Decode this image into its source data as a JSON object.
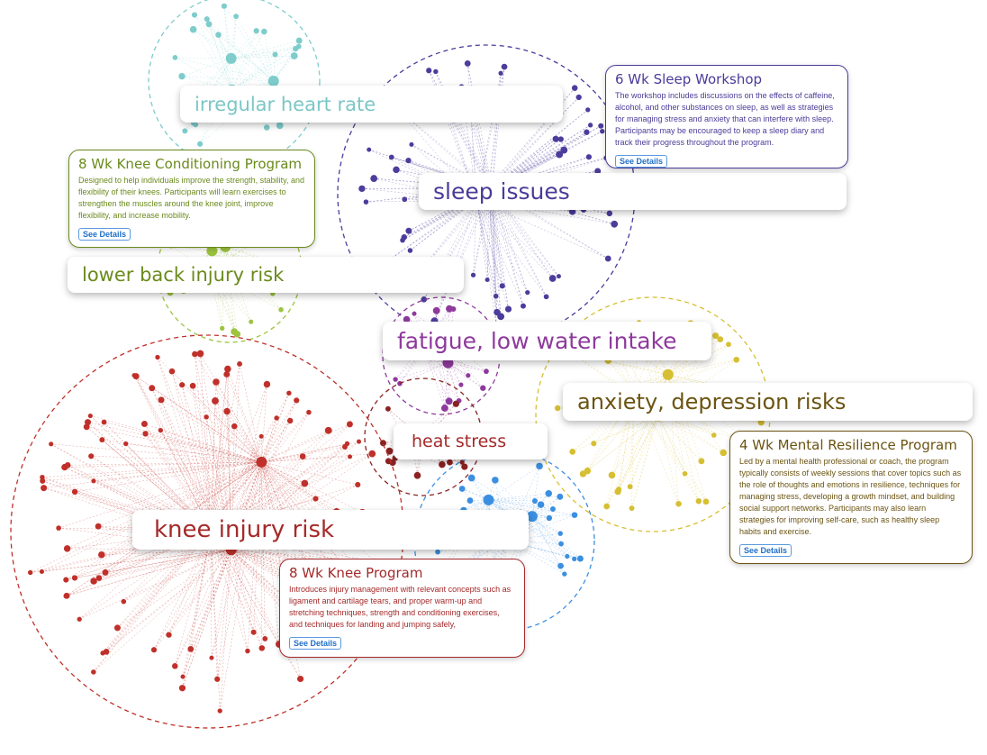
{
  "clusters": [
    {
      "id": "heart",
      "label": "irregular heart rate",
      "color": "#7ecccc",
      "text_color": "#7cc6c6"
    },
    {
      "id": "sleep",
      "label": "sleep issues",
      "color": "#4d3c9c",
      "text_color": "#4b3b98"
    },
    {
      "id": "back",
      "label": "lower back injury risk",
      "color": "#9cc43e",
      "text_color": "#6a8a1c"
    },
    {
      "id": "fatigue",
      "label": "fatigue, low water intake",
      "color": "#8e3a9c",
      "text_color": "#8e3a9c"
    },
    {
      "id": "anxiety",
      "label": "anxiety, depression risks",
      "color": "#d6bf32",
      "text_color": "#6b5412"
    },
    {
      "id": "heat",
      "label": "heat stress",
      "color": "#8b2222",
      "text_color": "#a52a2a"
    },
    {
      "id": "knee",
      "label": "knee injury risk",
      "color": "#c0302a",
      "text_color": "#a52a2a"
    },
    {
      "id": "blue",
      "label": "",
      "color": "#3b8fe0",
      "text_color": "#3b8fe0"
    }
  ],
  "cards": {
    "sleep": {
      "title": "6 Wk Sleep Workshop",
      "body": "The workshop includes discussions on the effects of caffeine, alcohol, and other substances on sleep, as well as strategies for managing stress and anxiety that can interfere with sleep. Participants may be encouraged to keep a sleep diary and track their progress throughout the program.",
      "button": "See Details",
      "color": "#4b3b98"
    },
    "knee_conditioning": {
      "title": "8 Wk Knee Conditioning Program",
      "body": "Designed to help individuals improve the strength, stability, and flexibility of their knees. Participants will learn exercises to strengthen the muscles around the knee joint, improve flexibility, and increase mobility.",
      "button": "See Details",
      "color": "#6a8a1c"
    },
    "mental": {
      "title": "4 Wk Mental Resilience Program",
      "body": "Led by a mental health professional or coach, the program typically consists of weekly sessions that cover topics such as the role of thoughts and emotions in resilience, techniques for managing stress, developing a growth mindset, and building social support networks. Participants may also learn strategies for improving self-care, such as healthy sleep habits and exercise.",
      "button": "See Details",
      "color": "#6b5412"
    },
    "knee": {
      "title": "8 Wk Knee Program",
      "body": "Introduces injury management with relevant concepts such as ligament and cartilage tears, and proper warm-up and stretching techniques, strength and conditioning exercises, and techniques for landing and jumping safely,",
      "button": "See Details",
      "color": "#a52a2a"
    }
  }
}
